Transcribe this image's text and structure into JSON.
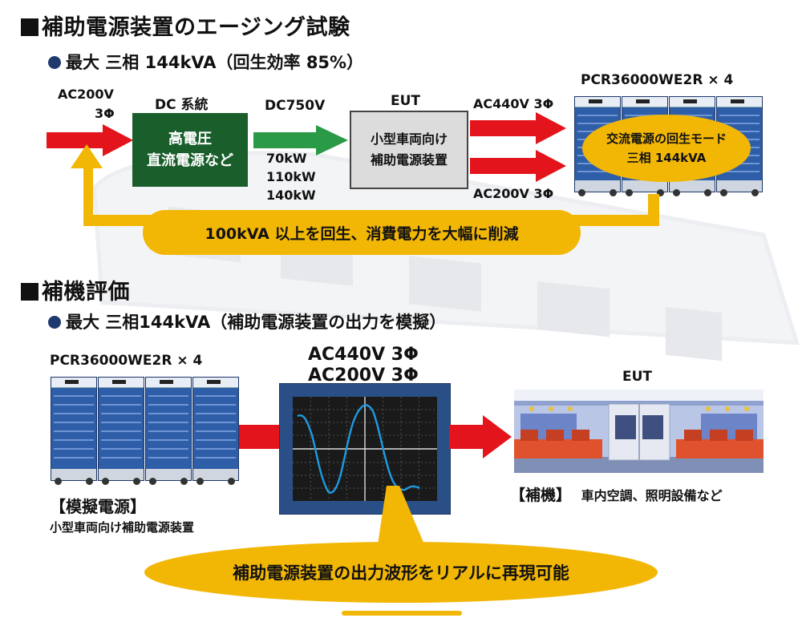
{
  "section1": {
    "title": "補助電源装置のエージング試験",
    "subtitle": "最大 三相 144kVA（回生効率 85%）",
    "input_label_1": "AC200V",
    "input_label_2": "3Φ",
    "dc_title": "DC 系統",
    "dc_box_line1": "高電圧",
    "dc_box_line2": "直流電源など",
    "dc_voltage": "DC750V",
    "power_1": "70kW",
    "power_2": "110kW",
    "power_3": "140kW",
    "eut_title": "EUT",
    "eut_line1": "小型車両向け",
    "eut_line2": "補助電源装置",
    "out_top": "AC440V 3Φ",
    "out_bottom": "AC200V 3Φ",
    "pcr_label": "PCR36000WE2R × 4",
    "regen_line1": "交流電源の回生モード",
    "regen_line2": "三相 144kVA",
    "feedback_text": "100kVA 以上を回生、消費電力を大幅に削減"
  },
  "section2": {
    "title": "補機評価",
    "subtitle": "最大 三相144kVA（補助電源装置の出力を模擬）",
    "pcr_label": "PCR36000WE2R × 4",
    "sim_label": "【模擬電源】",
    "sim_sub": "小型車両向け補助電源装置",
    "wave_line1": "AC440V 3Φ",
    "wave_line2": "AC200V 3Φ",
    "eut_title": "EUT",
    "aux_label": "【補機】",
    "aux_desc": "車内空調、照明設備など",
    "callout_text": "補助電源装置の出力波形をリアルに再現可能"
  },
  "colors": {
    "red_arrow": "#e3141b",
    "green_arrow": "#2a9a47",
    "green_box": "#1a5e2c",
    "yellow": "#f2b705",
    "rack_blue": "#2f5ea8",
    "scope_blue": "#2a4f87",
    "wave_blue": "#1e9be0"
  }
}
